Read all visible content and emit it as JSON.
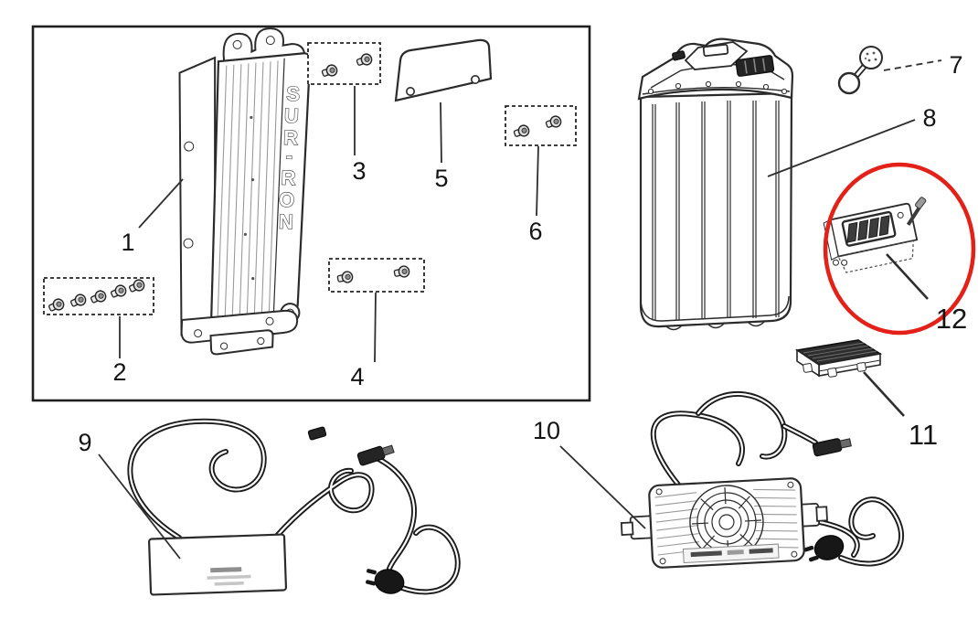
{
  "diagram": {
    "type": "exploded-parts-diagram",
    "subject": "electric-bike battery pack, hardware and chargers",
    "brand_text": "SUR-RON",
    "colors": {
      "background": "#ffffff",
      "linework": "#242424",
      "highlight_circle": "#e32119"
    },
    "callouts": [
      {
        "num": "1"
      },
      {
        "num": "2"
      },
      {
        "num": "3"
      },
      {
        "num": "4"
      },
      {
        "num": "5"
      },
      {
        "num": "6"
      },
      {
        "num": "7"
      },
      {
        "num": "8"
      },
      {
        "num": "9"
      },
      {
        "num": "10"
      },
      {
        "num": "11"
      },
      {
        "num": "12"
      }
    ]
  }
}
